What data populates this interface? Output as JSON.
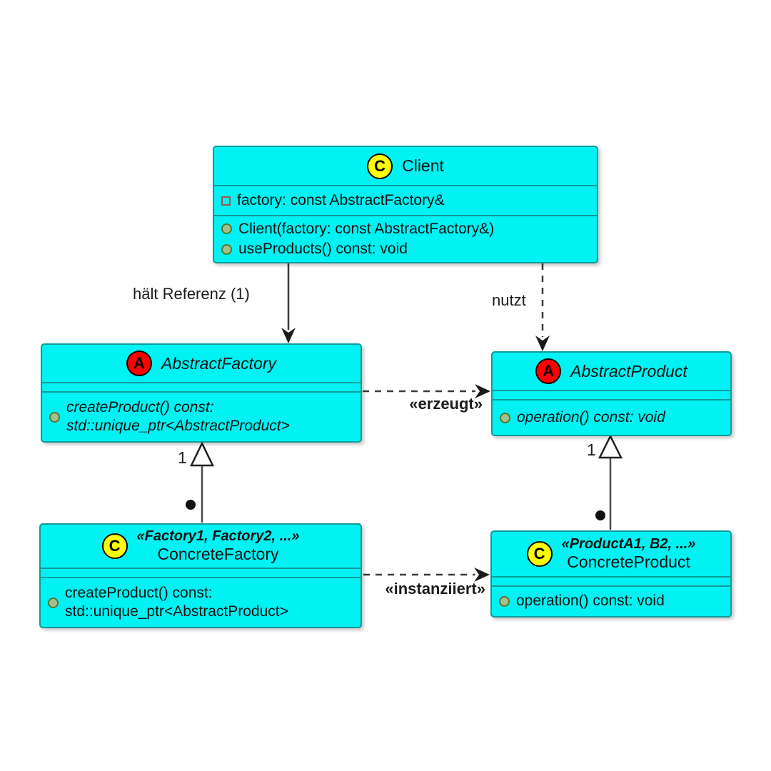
{
  "diagram": {
    "classes": {
      "client": {
        "badge": "C",
        "name": "Client",
        "attributes": [
          {
            "text": "factory: const AbstractFactory&"
          }
        ],
        "methods": [
          {
            "text": "Client(factory: const AbstractFactory&)"
          },
          {
            "text": "useProducts() const: void"
          }
        ]
      },
      "abstract_factory": {
        "badge": "A",
        "name": "AbstractFactory",
        "methods": [
          {
            "text": "createProduct() const:\nstd::unique_ptr<AbstractProduct>"
          }
        ]
      },
      "abstract_product": {
        "badge": "A",
        "name": "AbstractProduct",
        "methods": [
          {
            "text": "operation() const: void"
          }
        ]
      },
      "concrete_factory": {
        "badge": "C",
        "stereotype": "«Factory1, Factory2, ...»",
        "name": "ConcreteFactory",
        "methods": [
          {
            "text": "createProduct() const:\nstd::unique_ptr<AbstractProduct>"
          }
        ]
      },
      "concrete_product": {
        "badge": "C",
        "stereotype": "«ProductA1, B2, ...»",
        "name": "ConcreteProduct",
        "methods": [
          {
            "text": "operation() const: void"
          }
        ]
      }
    },
    "edge_labels": {
      "holds_reference": "hält Referenz (1)",
      "uses": "nutzt",
      "creates": "«erzeugt»",
      "instantiates": "«instanziiert»",
      "factory_multiplicity": "1",
      "product_multiplicity": "1"
    },
    "colors": {
      "class_fill": "#00F2F2",
      "class_border": "#0E9B9B",
      "class_badge_fill": "#FFFF00",
      "abstract_badge_fill": "#FF0000",
      "edge_color": "#3A3A3A",
      "text_color": "#111111"
    }
  }
}
